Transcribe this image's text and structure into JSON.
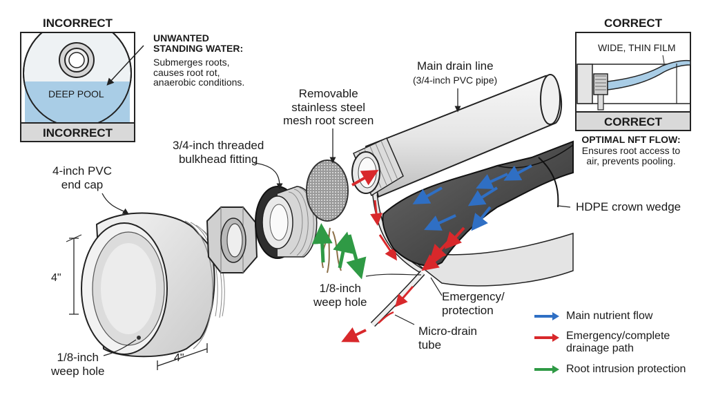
{
  "incorrect_panel": {
    "title": "INCORRECT",
    "pool_label": "DEEP POOL",
    "footer": "INCORRECT",
    "callout_title": "UNWANTED\nSTANDING WATER:",
    "callout_body": "Submerges roots,\ncauses root rot,\nanaerobic conditions."
  },
  "correct_panel": {
    "title": "CORRECT",
    "film_label": "WIDE, THIN FILM",
    "footer": "CORRECT",
    "callout_title": "OPTIMAL NFT FLOW:",
    "callout_body": "Ensures root access to\nair, prevents pooling."
  },
  "labels": {
    "end_cap": "4-inch PVC\nend cap",
    "dim_height": "4\"",
    "dim_width": "4\"",
    "weep_hole_cap": "1/8-inch\nweep hole",
    "bulkhead": "3/4-inch threaded\nbulkhead fitting",
    "mesh_screen": "Removable\nstainless steel\nmesh root screen",
    "main_drain_title": "Main drain line",
    "main_drain_sub": "(3/4-inch PVC pipe)",
    "hdpe": "HDPE crown wedge",
    "weep_hole_mid": "1/8-inch\nweep hole",
    "emergency": "Emergency/\nprotection",
    "micro_drain": "Micro-drain\ntube"
  },
  "legend": [
    {
      "label": "Main nutrient flow",
      "color": "#2f6fc4",
      "icon": "blue-arrow-icon"
    },
    {
      "label": "Emergency/complete\ndrainage path",
      "color": "#d8282b",
      "icon": "red-arrow-icon"
    },
    {
      "label": "Root intrusion protection",
      "color": "#2f9a45",
      "icon": "green-arrow-icon"
    }
  ]
}
